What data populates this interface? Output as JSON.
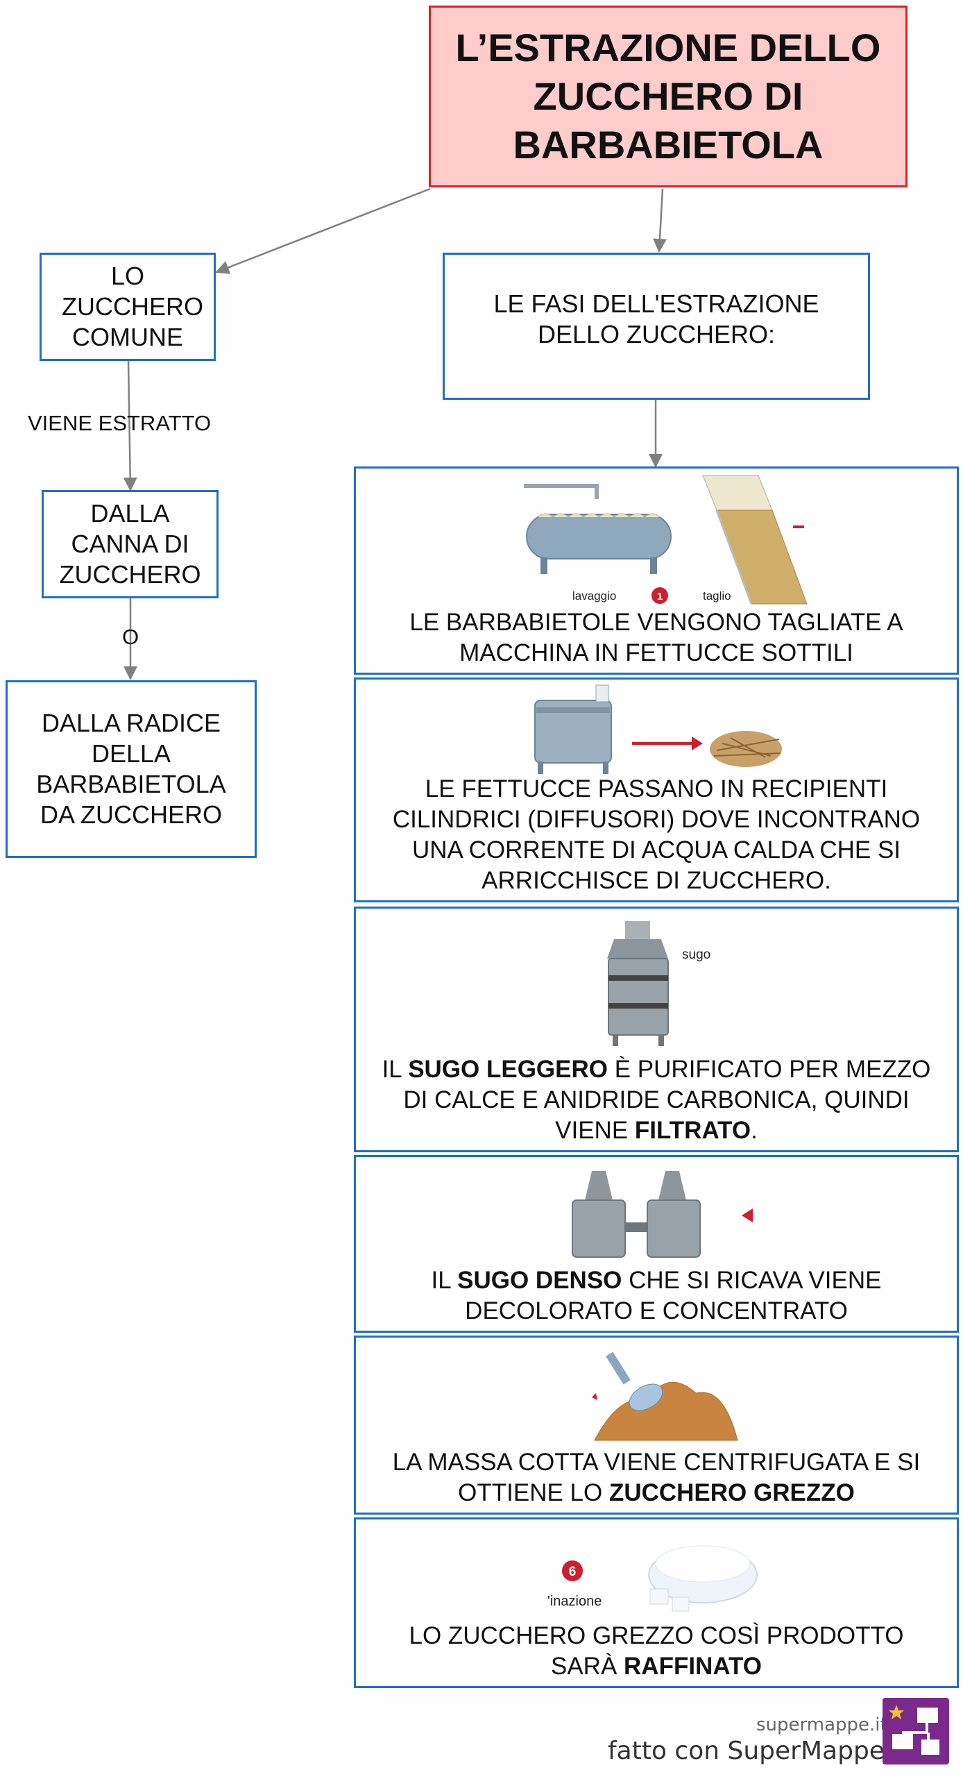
{
  "title": "L’ESTRAZIONE DELLO ZUCCHERO DI BARBABIETOLA",
  "left": {
    "zucchero_comune": "LO ZUCCHERO COMUNE",
    "viene_estratto": "VIENE ESTRATTO",
    "canna": "DALLA CANNA DI ZUCCHERO",
    "o": "O",
    "radice": "DALLA RADICE DELLA BARBABIETOLA DA ZUCCHERO"
  },
  "fasi_header": "LE FASI DELL'ESTRAZIONE DELLO ZUCCHERO:",
  "steps": [
    {
      "text": "LE BARBABIETOLE VENGONO TAGLIATE A MACCHINA IN FETTUCCE SOTTILI",
      "image_labels": {
        "lavaggio": "lavaggio",
        "number": "1",
        "taglio": "taglio"
      }
    },
    {
      "text": "LE FETTUCCE PASSANO IN RECIPIENTI CILINDRICI (DIFFUSORI) DOVE INCONTRANO UNA CORRENTE DI ACQUA CALDA CHE SI ARRICCHISCE DI ZUCCHERO."
    },
    {
      "pre": "IL ",
      "bold1": "SUGO LEGGERO",
      "mid": " È PURIFICATO PER MEZZO DI CALCE E ANIDRIDE CARBONICA, QUINDI VIENE ",
      "bold2": "FILTRATO",
      "post": ".",
      "image_labels": {
        "sugo": "sugo"
      }
    },
    {
      "pre": "IL ",
      "bold1": "SUGO DENSO",
      "post": " CHE SI RICAVA VIENE DECOLORATO E CONCENTRATO"
    },
    {
      "pre": "LA MASSA COTTA VIENE CENTRIFUGATA E SI OTTIENE LO ",
      "bold1": "ZUCCHERO GREZZO"
    },
    {
      "pre": "LO ZUCCHERO GREZZO COSÌ PRODOTTO SARÀ ",
      "bold1": "RAFFINATO",
      "image_labels": {
        "number": "6",
        "inazione": "'inazione"
      }
    }
  ],
  "footer": {
    "site": "supermappe.it",
    "made_with": "fatto con SuperMappe"
  },
  "colors": {
    "box_border": "#1f6fc4",
    "title_bg": "#ffcccc",
    "title_border": "#dd2222",
    "arrow": "#808080",
    "accent_red": "#cc1f2f",
    "logo": "#7a2a8a"
  }
}
